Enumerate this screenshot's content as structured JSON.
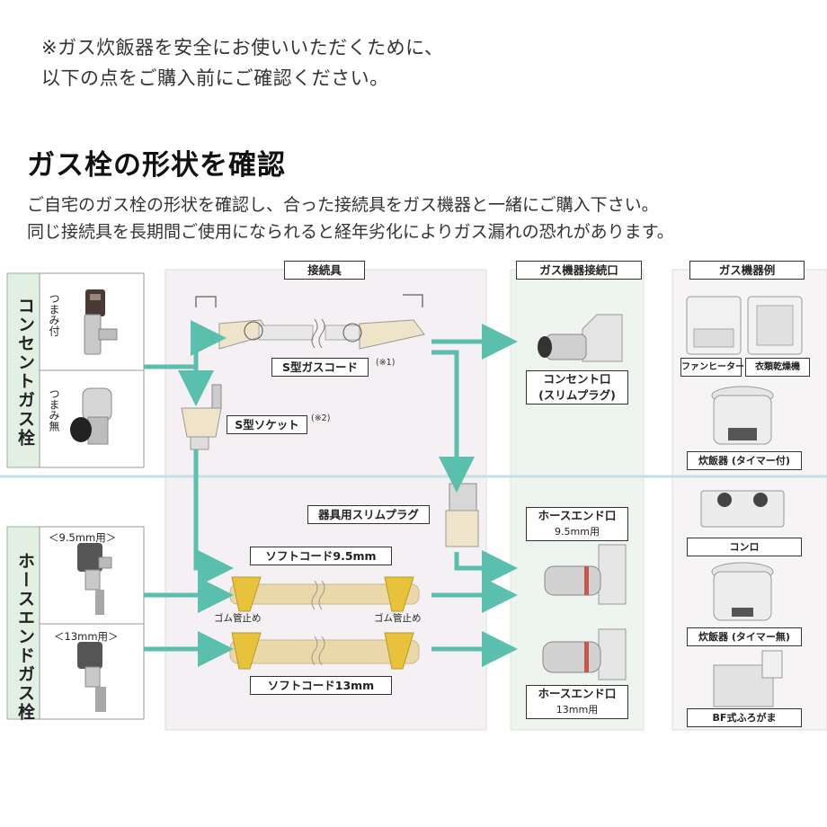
{
  "notice": {
    "line1": "※ガス炊飯器を安全にお使いいただくために、",
    "line2": "以下の点をご購入前にご確認ください。"
  },
  "heading": "ガス栓の形状を確認",
  "description": {
    "line1": "ご自宅のガス栓の形状を確認し、合った接続具をガス機器と一緒にご購入下さい。",
    "line2": "同じ接続具を長期間ご使用になられると経年劣化によりガス漏れの恐れがあります。"
  },
  "diagram": {
    "left_categories": {
      "consent": "コンセントガス栓",
      "hose_end": "ホースエンドガス栓"
    },
    "valves": {
      "knob_yes": "つまみ付",
      "knob_no": "つまみ無",
      "size_95": "＜9.5mm用＞",
      "size_13": "＜13mm用＞"
    },
    "column_headers": {
      "connectors": "接続具",
      "appliance_port": "ガス機器接続口",
      "appliance_examples": "ガス機器例"
    },
    "connectors": {
      "s_gas_cord": "S型ガスコード",
      "s_gas_cord_note": "(※1)",
      "s_socket": "S型ソケット",
      "s_socket_note": "(※2)",
      "slim_plug": "器具用スリムプラグ",
      "soft_cord_95": "ソフトコード9.5mm",
      "soft_cord_13": "ソフトコード13mm",
      "rubber_stop_left": "ゴム管止め",
      "rubber_stop_right": "ゴム管止め"
    },
    "ports": {
      "consent_line1": "コンセント口",
      "consent_line2": "(スリムプラグ)",
      "hose_95_line1": "ホースエンド口",
      "hose_95_line2": "9.5mm用",
      "hose_13_line1": "ホースエンド口",
      "hose_13_line2": "13mm用"
    },
    "appliances": {
      "fan_heater": "ファンヒーター",
      "dryer": "衣類乾燥機",
      "rice_cooker_timer": "炊飯器 (タイマー付)",
      "stove": "コンロ",
      "rice_cooker_no_timer": "炊飯器 (タイマー無)",
      "bf_bath": "BF式ふろがま"
    },
    "colors": {
      "arrow": "#5bbfae",
      "left_band": "#e2efe3",
      "connector_panel": "#f5f0f3",
      "port_panel": "#eef5ee",
      "divider": "#c5dfe6",
      "hose_tan": "#ead8ab",
      "clamp_yellow": "#e8c23a"
    }
  }
}
